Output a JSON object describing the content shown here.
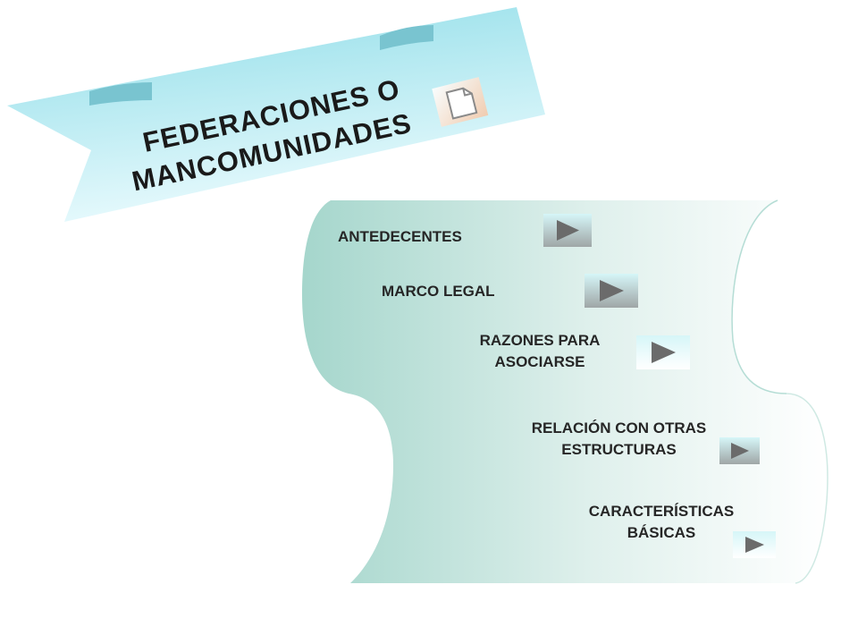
{
  "slide": {
    "title": {
      "line1": "FEDERACIONES O",
      "line2": "MANCOMUNIDADES"
    },
    "menu": [
      {
        "label_lines": [
          "ANTEDECENTES"
        ],
        "button_icon": "play-arrow-icon"
      },
      {
        "label_lines": [
          "MARCO LEGAL"
        ],
        "button_icon": "play-arrow-icon"
      },
      {
        "label_lines": [
          "RAZONES PARA",
          "ASOCIARSE"
        ],
        "button_icon": "play-arrow-icon"
      },
      {
        "label_lines": [
          "RELACIÓN CON OTRAS",
          "ESTRUCTURAS"
        ],
        "button_icon": "play-arrow-icon"
      },
      {
        "label_lines": [
          "CARACTERÍSTICAS",
          "BÁSICAS"
        ],
        "button_icon": "play-arrow-icon"
      }
    ],
    "title_icon": "document-icon"
  },
  "colors": {
    "ribbon": "#8fd9e6",
    "scroll_dark": "#a8d8d0",
    "scroll_light": "#ffffff",
    "button_light": "#d8f7f8",
    "button_dark": "#a0a8a8",
    "arrow": "#6a6a6a"
  }
}
